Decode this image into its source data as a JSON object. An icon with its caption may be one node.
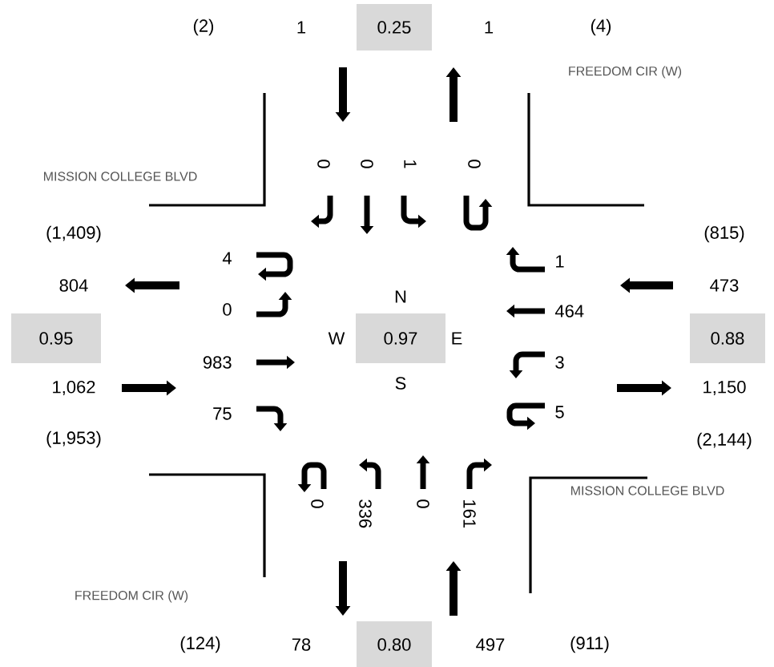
{
  "diagram": {
    "nodes": [
      {
        "text": [
          "0.25"
        ]
      },
      {
        "text": [
          "0.95"
        ]
      },
      {
        "text": [
          "0.97"
        ],
        "beside": [
          "N",
          "W",
          "E",
          "S"
        ]
      },
      {
        "text": [
          "0.88"
        ]
      },
      {
        "text": [
          "0.80"
        ]
      }
    ],
    "labels": [
      "(2)",
      "1",
      "1",
      "(4)",
      "FREEDOM CIR (W)",
      "MISSION COLLEGE BLVD",
      "0",
      "0",
      "1",
      "0",
      "(1,409)",
      "(815)",
      "4",
      "1",
      "804",
      "473",
      "0",
      "464",
      "983",
      "3",
      "1,062",
      "1,150",
      "75",
      "5",
      "(1,953)",
      "(2,144)",
      "MISSION COLLEGE BLVD",
      "0",
      "336",
      "0",
      "161",
      "FREEDOM CIR (W)",
      "(124)",
      "78",
      "497",
      "(911)"
    ]
  }
}
